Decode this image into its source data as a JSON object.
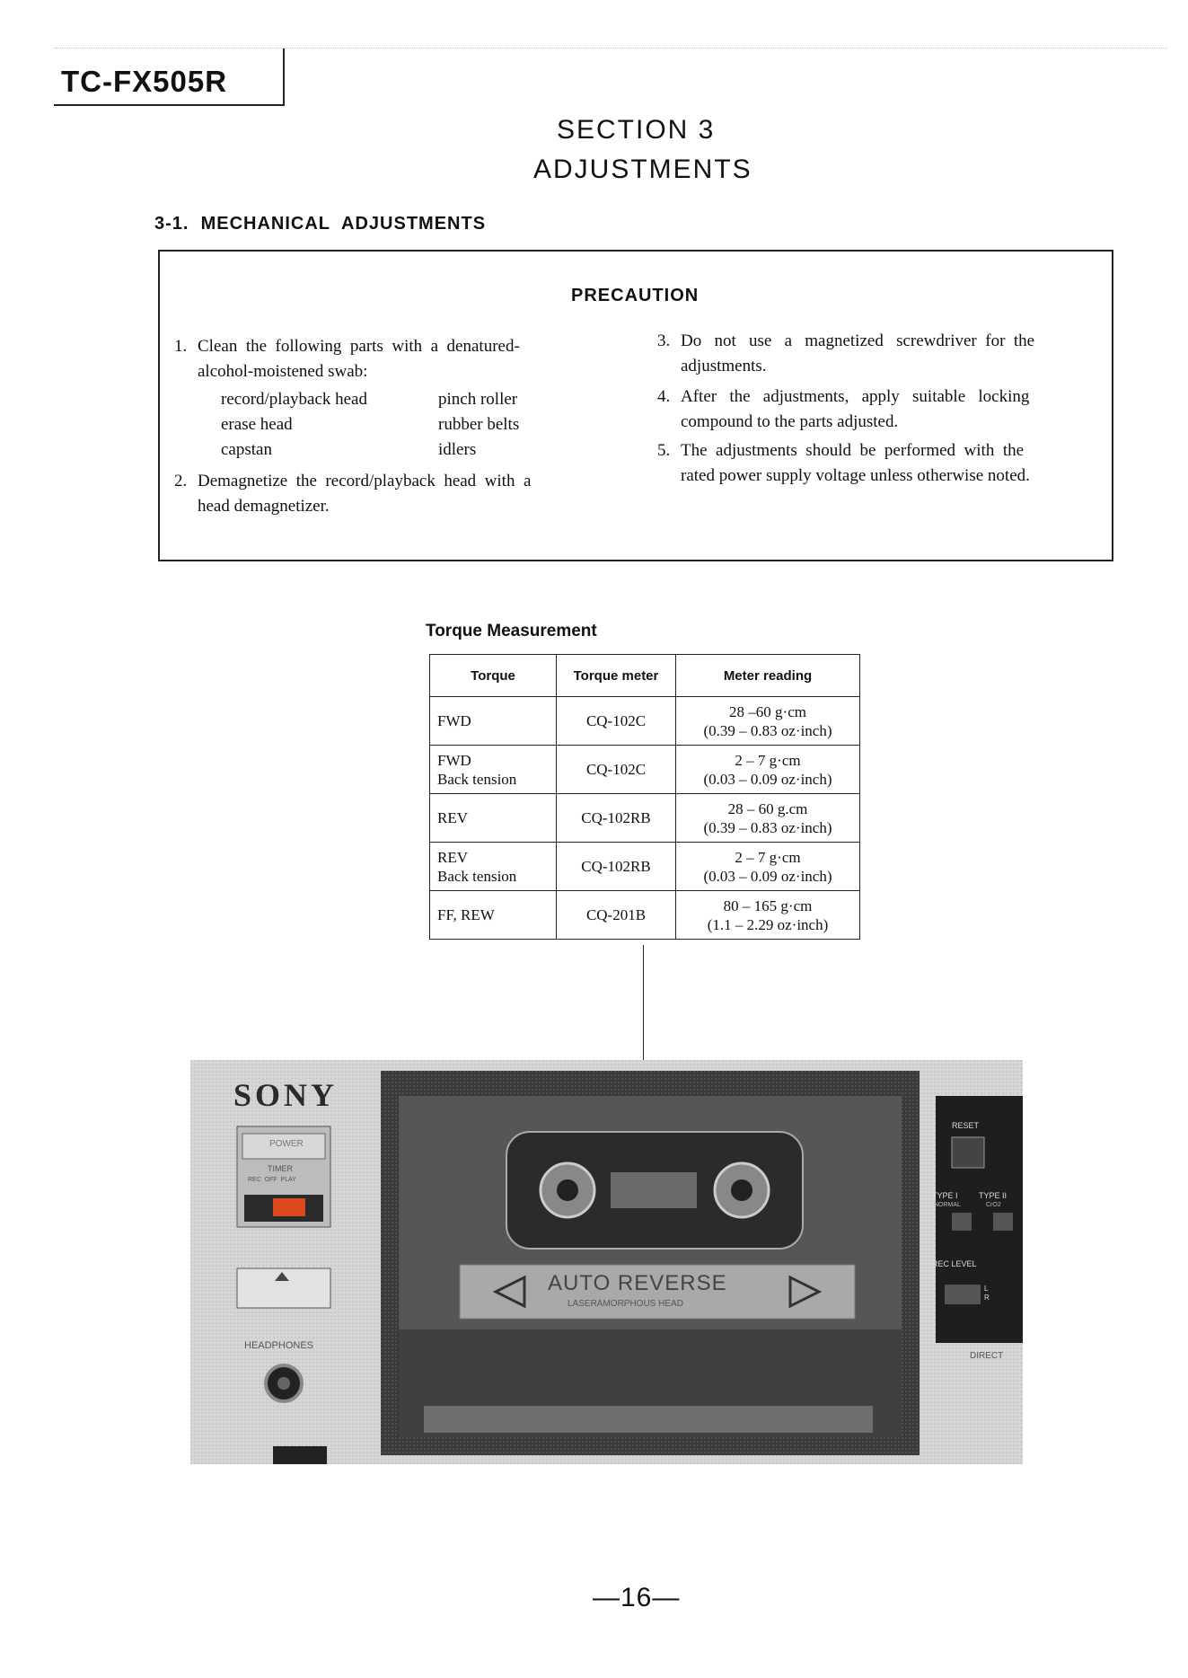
{
  "header": {
    "model": "TC-FX505R",
    "section_title": "SECTION 3",
    "section_subtitle": "ADJUSTMENTS",
    "subsection": "3-1.  MECHANICAL  ADJUSTMENTS"
  },
  "precaution": {
    "title": "PRECAUTION",
    "items": [
      {
        "num": "1.",
        "line1": "Clean  the  following  parts  with  a  denatured-",
        "line2": "alcohol-moistened swab:"
      },
      {
        "num": "2.",
        "line1": "Demagnetize  the  record/playback  head  with  a",
        "line2": "head  demagnetizer."
      },
      {
        "num": "3.",
        "line1": "Do   not   use   a   magnetized   screwdriver  for  the",
        "line2": "adjustments."
      },
      {
        "num": "4.",
        "line1": "After   the   adjustments,   apply   suitable   locking",
        "line2": "compound to the parts adjusted."
      },
      {
        "num": "5.",
        "line1": "The  adjustments  should  be  performed  with  the",
        "line2": "rated power supply voltage unless otherwise noted."
      }
    ],
    "parts_left": [
      "record/playback head",
      "erase head",
      "capstan"
    ],
    "parts_right": [
      "pinch roller",
      "rubber belts",
      "idlers"
    ]
  },
  "torque": {
    "title": "Torque Measurement",
    "headers": [
      "Torque",
      "Torque meter",
      "Meter reading"
    ],
    "rows": [
      {
        "torque": "FWD",
        "torque2": "",
        "meter": "CQ-102C",
        "reading1": "28 –60 g·cm",
        "reading2": "(0.39 – 0.83 oz·inch)"
      },
      {
        "torque": "FWD",
        "torque2": "Back tension",
        "meter": "CQ-102C",
        "reading1": "2 – 7 g·cm",
        "reading2": "(0.03 – 0.09 oz·inch)"
      },
      {
        "torque": "REV",
        "torque2": "",
        "meter": "CQ-102RB",
        "reading1": "28 – 60 g.cm",
        "reading2": "(0.39 – 0.83 oz·inch)"
      },
      {
        "torque": "REV",
        "torque2": "Back tension",
        "meter": "CQ-102RB",
        "reading1": "2 – 7 g·cm",
        "reading2": "(0.03 – 0.09 oz·inch)"
      },
      {
        "torque": "FF, REW",
        "torque2": "",
        "meter": "CQ-201B",
        "reading1": "80 – 165 g·cm",
        "reading2": "(1.1 – 2.29 oz·inch)"
      }
    ]
  },
  "deck": {
    "brand": "SONY",
    "power": "POWER",
    "timer": "TIMER",
    "timer_modes": "REC  OFF  PLAY",
    "headphones": "HEADPHONES",
    "cassette_label": "AUTO REVERSE",
    "cassette_sub": "LASERAMORPHOUS HEAD",
    "reset": "RESET",
    "type1": "TYPE I",
    "type2": "TYPE II",
    "normal": "NORMAL",
    "cro2": "CrO2",
    "rec_level": "REC LEVEL",
    "direct": "DIRECT",
    "l": "L",
    "r": "R"
  },
  "footer": {
    "page_number": "—16—"
  }
}
